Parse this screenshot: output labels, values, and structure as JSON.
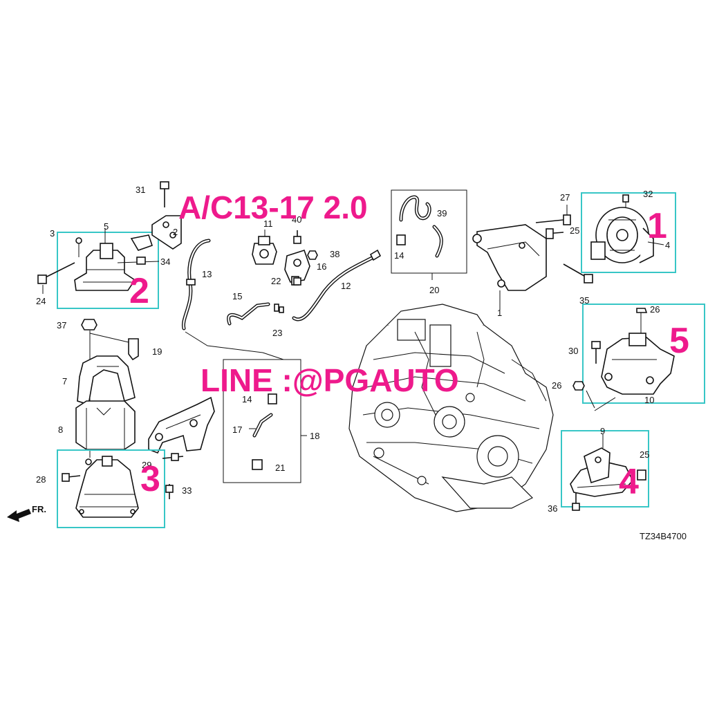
{
  "overlay": {
    "model_text": "A/C13-17 2.0",
    "line_text": "LINE :@PGAUTO",
    "highlight_color": "#37c6c6",
    "text_color": "#ee1a8c"
  },
  "diagram": {
    "code": "TZ34B4700",
    "front_marker": "FR."
  },
  "mount_numbers": [
    "1",
    "2",
    "3",
    "4",
    "5"
  ],
  "callouts": {
    "c1": "1",
    "c2": "2",
    "c4": "4",
    "c5": "5",
    "c7": "7",
    "c8": "8",
    "c9": "9",
    "c10": "10",
    "c11": "11",
    "c12": "12",
    "c13": "13",
    "c14a": "14",
    "c14b": "14",
    "c15": "15",
    "c16": "16",
    "c17": "17",
    "c18": "18",
    "c19": "19",
    "c20": "20",
    "c21": "21",
    "c22": "22",
    "c23": "23",
    "c24": "24",
    "c25a": "25",
    "c25b": "25",
    "c26a": "26",
    "c26b": "26",
    "c27": "27",
    "c28": "28",
    "c29": "29",
    "c30": "30",
    "c31": "31",
    "c32": "32",
    "c33": "33",
    "c34": "34",
    "c35": "35",
    "c36": "36",
    "c37": "37",
    "c38": "38",
    "c39": "39",
    "c40": "40",
    "c3x": "3"
  },
  "icons": {
    "front_arrow": "front-arrow-icon"
  }
}
